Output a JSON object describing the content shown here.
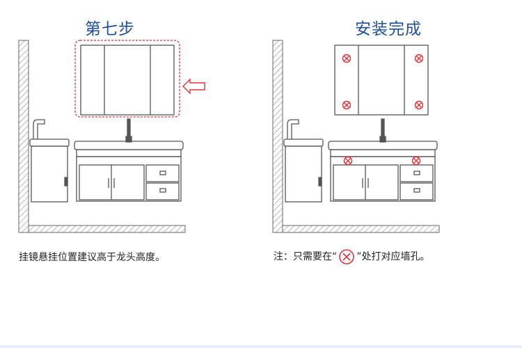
{
  "left_panel": {
    "title": "第七步",
    "caption": "挂镜悬挂位置建议高于龙头高度。"
  },
  "right_panel": {
    "title": "安装完成",
    "caption_before": "注：只需要在“",
    "caption_after": "”处打对应墙孔。"
  },
  "colors": {
    "title": "#1f4e9c",
    "outline": "#555555",
    "highlight_red": "#e0333a",
    "hatch": "#888888"
  },
  "icons": [
    "direction-arrow-icon",
    "drill-hole-marker-icon"
  ]
}
